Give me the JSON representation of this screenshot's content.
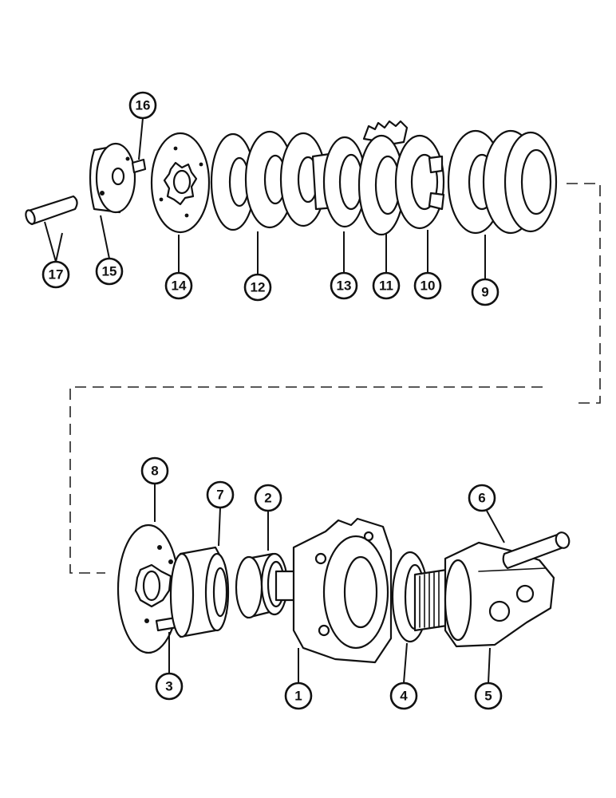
{
  "callouts": [
    {
      "id": "16",
      "label": "16"
    },
    {
      "id": "17",
      "label": "17"
    },
    {
      "id": "15",
      "label": "15"
    },
    {
      "id": "14",
      "label": "14"
    },
    {
      "id": "12",
      "label": "12"
    },
    {
      "id": "13",
      "label": "13"
    },
    {
      "id": "11",
      "label": "11"
    },
    {
      "id": "10",
      "label": "10"
    },
    {
      "id": "9",
      "label": "9"
    },
    {
      "id": "8",
      "label": "8"
    },
    {
      "id": "7",
      "label": "7"
    },
    {
      "id": "2",
      "label": "2"
    },
    {
      "id": "6",
      "label": "6"
    },
    {
      "id": "3",
      "label": "3"
    },
    {
      "id": "1",
      "label": "1"
    },
    {
      "id": "4",
      "label": "4"
    },
    {
      "id": "5",
      "label": "5"
    }
  ]
}
